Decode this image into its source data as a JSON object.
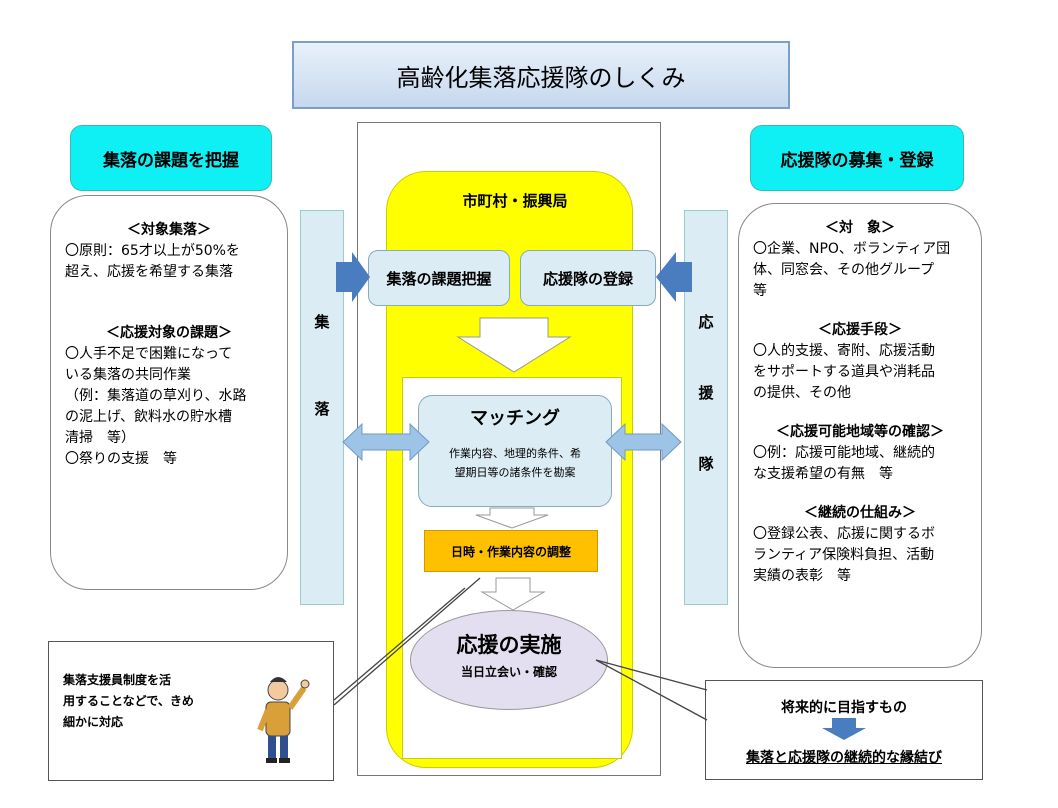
{
  "title": "高齢化集落応援隊のしくみ",
  "left_header": "集落の課題を把握",
  "right_header": "応援隊の募集・登録",
  "left_panel": {
    "heading1": "＜対象集落＞",
    "line1a": "〇原則：65才以上が50%を",
    "line1b": "超え、応援を希望する集落",
    "heading2": "＜応援対象の課題＞",
    "line2a": "〇人手不足で困難になって",
    "line2b": "いる集落の共同作業",
    "line2c": "（例：集落道の草刈り、水路",
    "line2d": "の泥上げ、飲料水の貯水槽",
    "line2e": "清掃　等）",
    "line2f": "〇祭りの支援　等"
  },
  "right_panel": {
    "heading1": "＜対　象＞",
    "line1a": "〇企業、NPO、ボランティア団",
    "line1b": "体、同窓会、その他グループ",
    "line1c": "等",
    "heading2": "＜応援手段＞",
    "line2a": "〇人的支援、寄附、応援活動",
    "line2b": "をサポートする道具や消耗品",
    "line2c": "の提供、その他",
    "heading3": "＜応援可能地域等の確認＞",
    "line3a": "〇例：応援可能地域、継続的",
    "line3b": "な支援希望の有無　等",
    "heading4": "＜継続の仕組み＞",
    "line4a": "〇登録公表、応援に関するボ",
    "line4b": "ランティア保険料負担、活動",
    "line4c": "実績の表彰　等"
  },
  "left_bar": {
    "char1": "集",
    "char2": "落"
  },
  "right_bar": {
    "char1": "応",
    "char2": "援",
    "char3": "隊"
  },
  "center": {
    "municipality": "市町村・振興局",
    "grasp_issues": "集落の課題把握",
    "register": "応援隊の登録",
    "matching_title": "マッチング",
    "matching_desc1": "作業内容、地理的条件、希",
    "matching_desc2": "望期日等の諸条件を勘案",
    "adjust": "日時・作業内容の調整",
    "implement_title": "応援の実施",
    "implement_sub": "当日立会い・確認"
  },
  "callout_left": {
    "line1": "集落支援員制度を活",
    "line2": "用することなどで、きめ",
    "line3": "細かに対応"
  },
  "callout_right": {
    "goal": "将来的に目指すもの",
    "result": "集落と応援隊の継続的な縁結び"
  },
  "colors": {
    "cyan": "#00f0f5",
    "yellow": "#ffff00",
    "light_blue": "#dbecf4",
    "arrow_blue": "#4a7cc0",
    "orange": "#ffc000",
    "lavender": "#e4dff0"
  }
}
